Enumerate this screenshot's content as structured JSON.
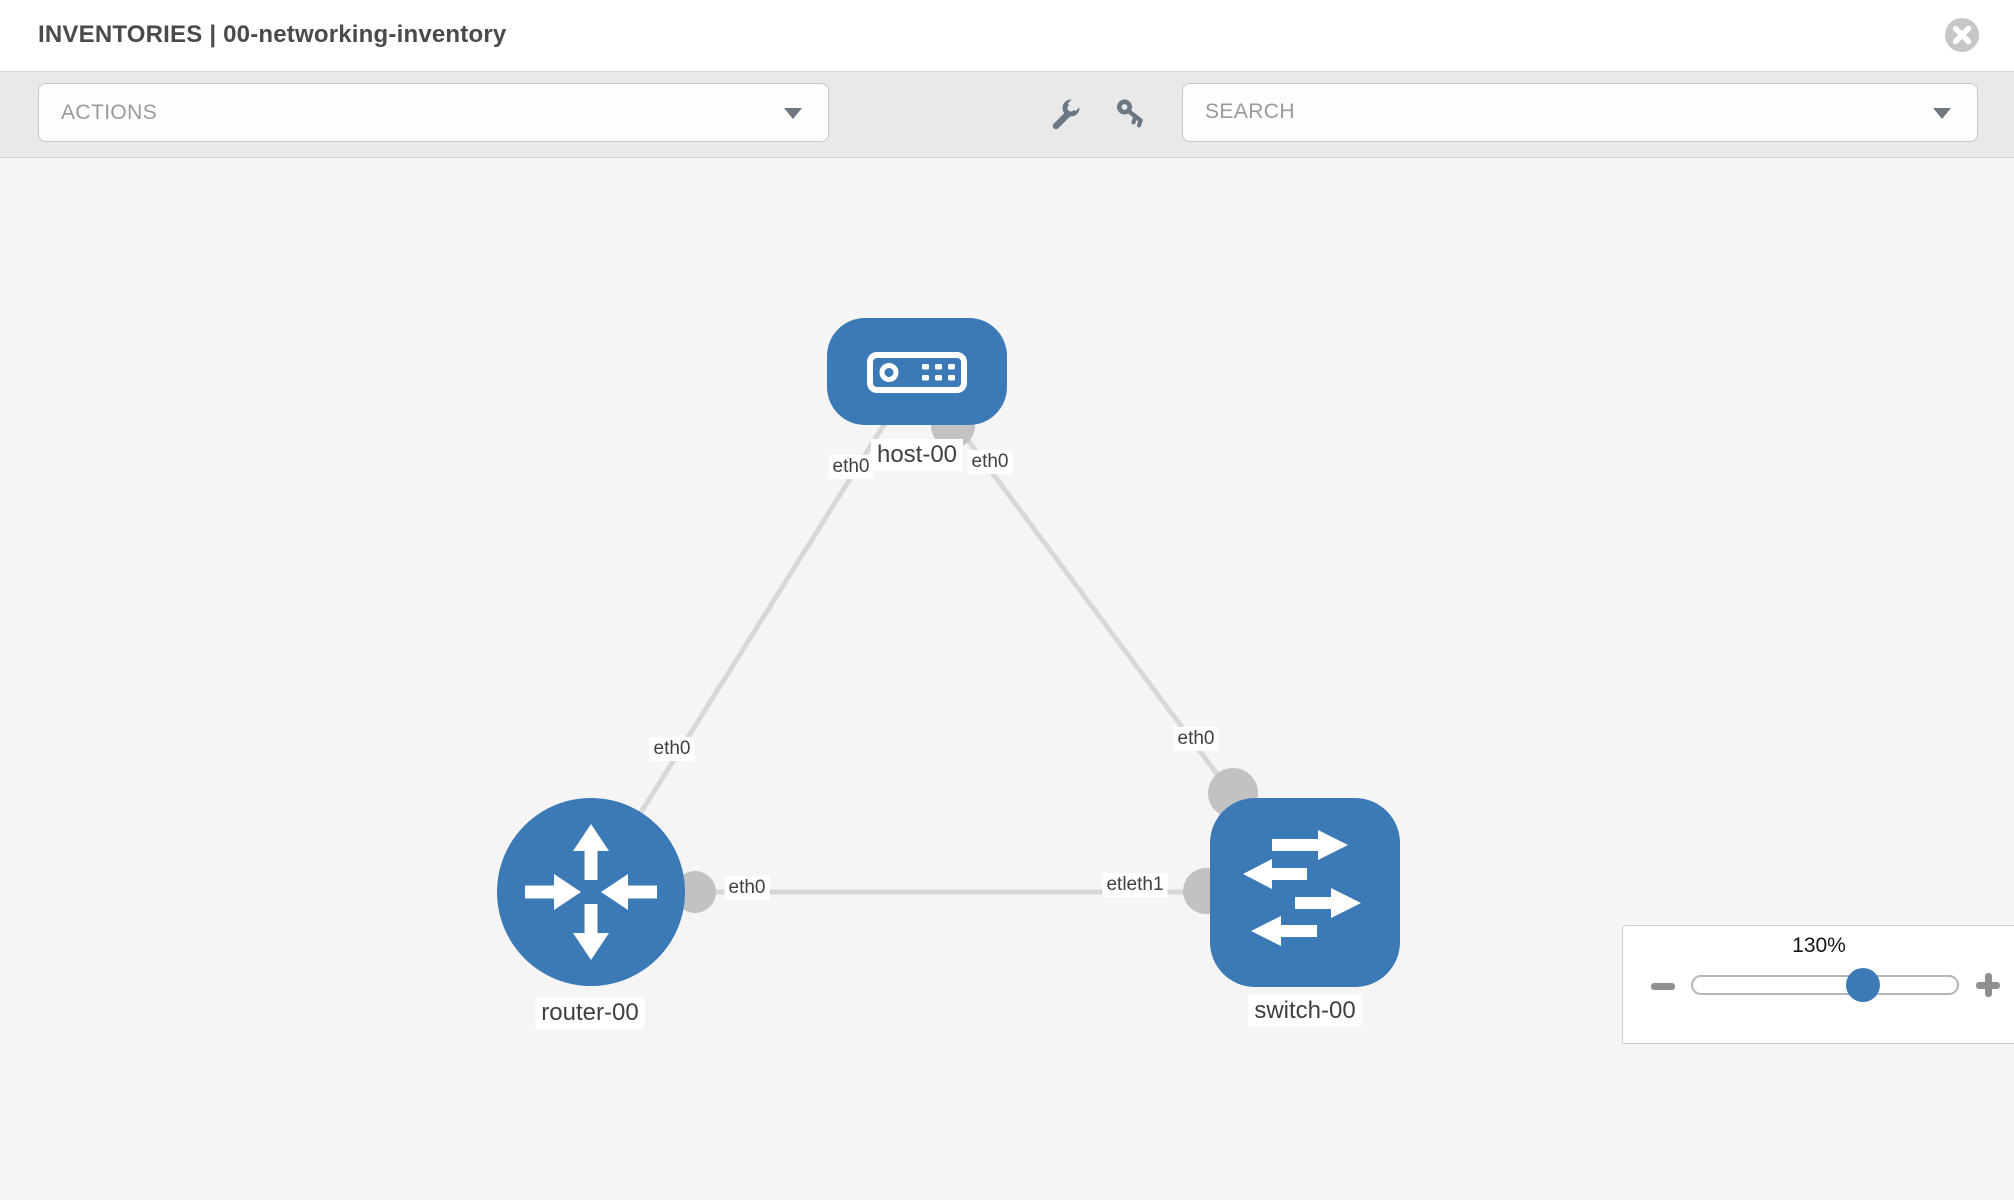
{
  "header": {
    "title": "INVENTORIES | 00-networking-inventory"
  },
  "toolbar": {
    "actions_label": "ACTIONS",
    "search_label": "SEARCH",
    "icons": [
      "wrench-icon",
      "key-icon"
    ]
  },
  "topology": {
    "nodes": [
      {
        "label": "host-00",
        "type": "host"
      },
      {
        "label": "router-00",
        "type": "router"
      },
      {
        "label": "switch-00",
        "type": "switch"
      }
    ],
    "links": [
      {
        "from": "host-00",
        "to": "router-00",
        "from_interface": "eth0",
        "to_interface": "eth0"
      },
      {
        "from": "host-00",
        "to": "switch-00",
        "from_interface": "eth0",
        "to_interface": "eth0"
      },
      {
        "from": "router-00",
        "to": "switch-00",
        "from_interface": "eth0",
        "to_interface": "eth1"
      }
    ],
    "interface_labels": {
      "host_left": "eth0",
      "host_right": "eth0",
      "router_top": "eth0",
      "router_right": "eth0",
      "switch_top": "eth0",
      "switch_left_overlapped": "etleth1"
    }
  },
  "zoom_control": {
    "level": "130%"
  },
  "colors": {
    "node_blue": "#3b7ab7",
    "link_gray": "#d8d8d8",
    "interface_dot": "#c2c2c2",
    "toolbar_bg": "#e9e9e9",
    "canvas_bg": "#f5f5f5"
  }
}
